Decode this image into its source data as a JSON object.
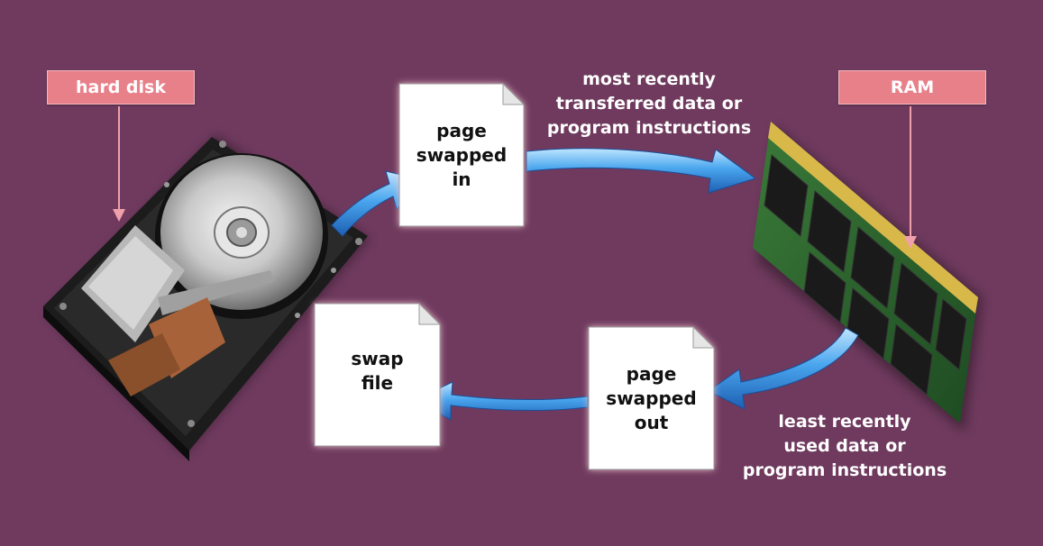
{
  "labels": {
    "hard_disk": "hard disk",
    "ram": "RAM"
  },
  "pages": {
    "swapped_in": "page\nswapped\nin",
    "swap_file": "swap\nfile",
    "swapped_out": "page\nswapped\nout"
  },
  "captions": {
    "top": "most recently\ntransferred data or\nprogram instructions",
    "bottom": "least recently\nused data or\nprogram instructions"
  },
  "colors": {
    "background": "#6f3a5e",
    "label_box": "#e8808a",
    "arrow": "#2f8fe0",
    "page": "#ffffff",
    "page_glow": "#f2c6cf"
  },
  "icons": [
    "hard-disk-illustration",
    "ram-module-illustration"
  ]
}
